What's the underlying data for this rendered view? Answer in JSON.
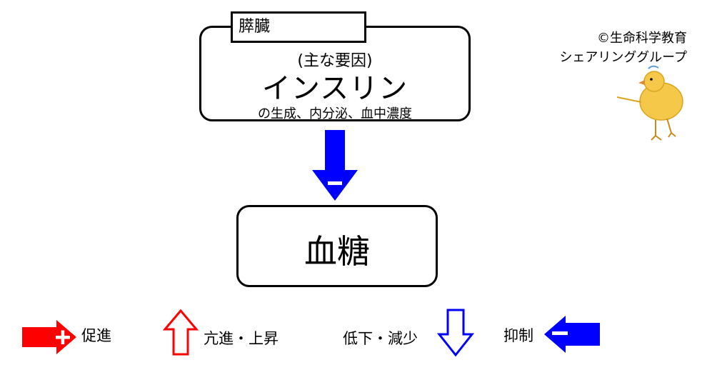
{
  "organ": {
    "label": "膵臓"
  },
  "factor": {
    "label": "(主な要因)",
    "name": "インスリン",
    "description": "の生成、内分泌、血中濃度"
  },
  "relation": {
    "type": "inhibition"
  },
  "target": {
    "name": "血糖"
  },
  "copyright": {
    "line1": "©生命科学教育",
    "line2": "シェアリンググループ"
  },
  "legend": {
    "promote": "促進",
    "increase": "亢進・上昇",
    "decrease": "低下・減少",
    "inhibit": "抑制"
  },
  "colors": {
    "promote": "#ff0000",
    "inhibit": "#0000ff",
    "increase_outline": "#ff0000",
    "decrease_outline": "#0000ff"
  }
}
